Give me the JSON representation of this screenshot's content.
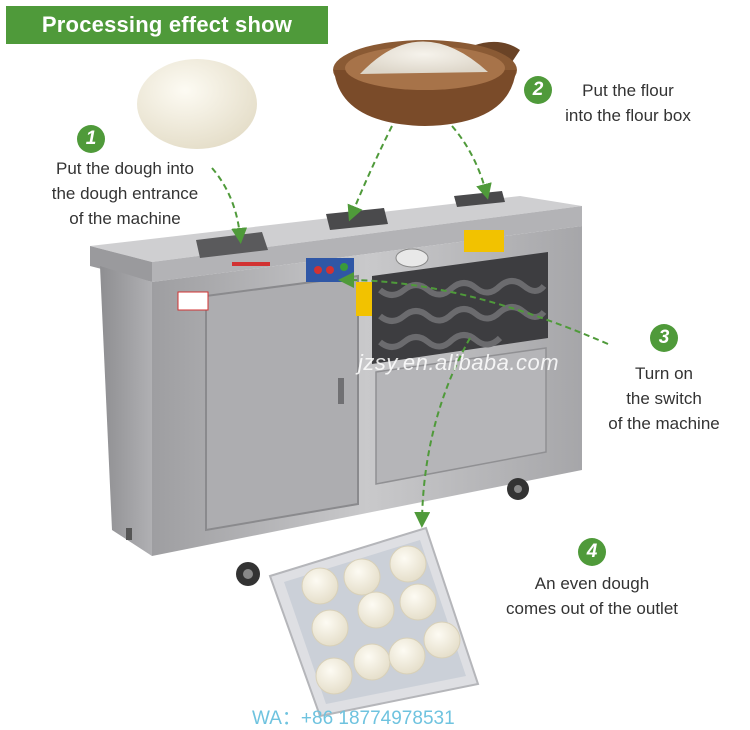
{
  "banner": {
    "title": "Processing effect show"
  },
  "steps": [
    {
      "number": "1",
      "lines": [
        "Put the dough into",
        "the dough entrance",
        "of the machine"
      ]
    },
    {
      "number": "2",
      "lines": [
        "Put the flour",
        "into the flour box"
      ]
    },
    {
      "number": "3",
      "lines": [
        "Turn on",
        "the switch",
        "of the machine"
      ]
    },
    {
      "number": "4",
      "lines": [
        "An even dough",
        "comes out of the outlet"
      ]
    }
  ],
  "watermark": "jzsy.en.alibaba.com",
  "contact": "WA：+86 18774978531",
  "colors": {
    "accent": "#4f9a3a",
    "contact": "#6fc3df",
    "steel": "#b9b9bb"
  }
}
